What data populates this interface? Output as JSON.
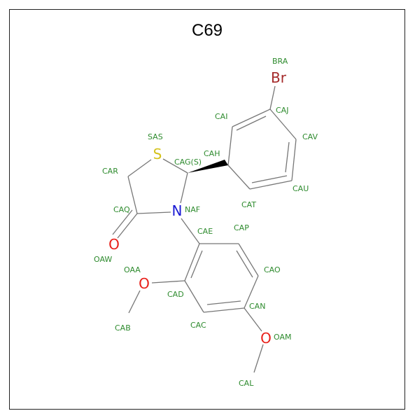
{
  "title": "C69",
  "atoms": {
    "Br": {
      "symbol": "Br",
      "color": "#a52a2a"
    },
    "S": {
      "symbol": "S",
      "color": "#d4c21a"
    },
    "N": {
      "symbol": "N",
      "color": "#1a1ad4"
    },
    "OAW": {
      "symbol": "O",
      "color": "#e8201a"
    },
    "OAA": {
      "symbol": "O",
      "color": "#e8201a"
    },
    "OAM": {
      "symbol": "O",
      "color": "#e8201a"
    }
  },
  "labels": {
    "BRA": "BRA",
    "CAJ": "CAJ",
    "CAI": "CAI",
    "CAV": "CAV",
    "SAS": "SAS",
    "CAH": "CAH",
    "CAG": "CAG(S)",
    "CAR": "CAR",
    "CAU": "CAU",
    "CAT": "CAT",
    "CAQ": "CAQ",
    "NAF": "NAF",
    "CAE": "CAE",
    "CAP": "CAP",
    "OAW": "OAW",
    "OAA": "OAA",
    "CAO": "CAO",
    "CAD": "CAD",
    "CAN": "CAN",
    "CAC": "CAC",
    "CAB": "CAB",
    "OAM": "OAM",
    "CAL": "CAL"
  },
  "colors": {
    "label_green": "#2e8b2e",
    "bond_gray": "#777777"
  }
}
